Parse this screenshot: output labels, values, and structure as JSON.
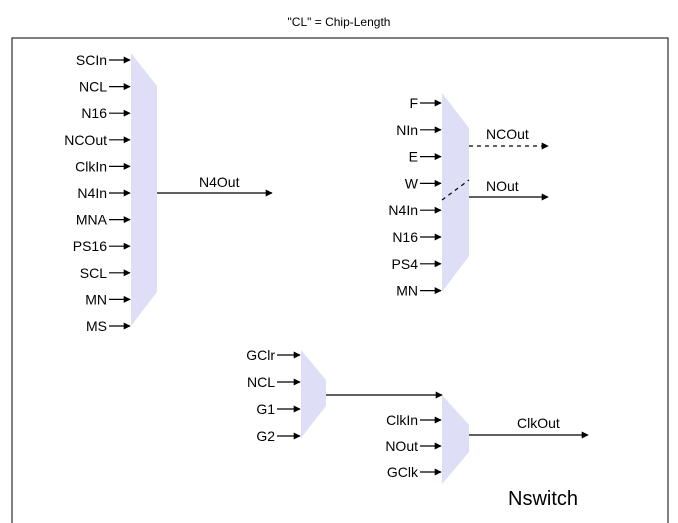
{
  "header_note": "\"CL\" = Chip-Length",
  "module_name": "Nswitch",
  "colors": {
    "mux_fill": "#dedff7",
    "frame": "#000000",
    "wire": "#000000"
  },
  "mux_a": {
    "inputs": [
      "SCIn",
      "NCL",
      "N16",
      "NCOut",
      "ClkIn",
      "N4In",
      "MNA",
      "PS16",
      "SCL",
      "MN",
      "MS"
    ],
    "output": "N4Out"
  },
  "mux_b": {
    "inputs": [
      "F",
      "NIn",
      "E",
      "W",
      "N4In",
      "N16",
      "PS4",
      "MN"
    ],
    "outputs": [
      "NCOut",
      "NOut"
    ]
  },
  "mux_c": {
    "inputs": [
      "GClr",
      "NCL",
      "G1",
      "G2"
    ]
  },
  "mux_d": {
    "inputs": [
      "ClkIn",
      "NOut",
      "GClk"
    ],
    "output": "ClkOut"
  }
}
